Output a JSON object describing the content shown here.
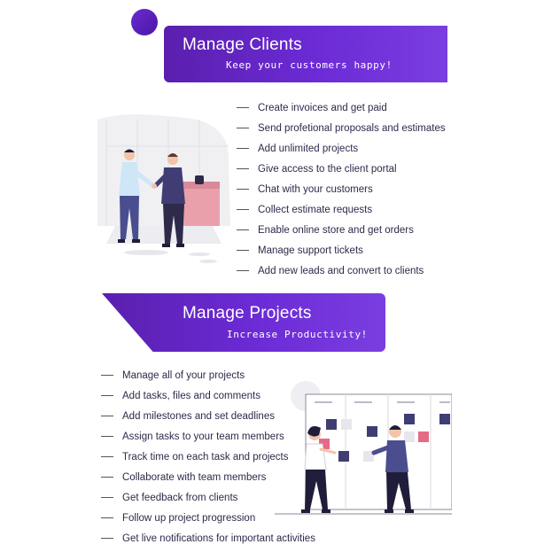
{
  "clients": {
    "title": "Manage Clients",
    "subtitle": "Keep your customers happy!",
    "features": [
      "Create invoices and get paid",
      "Send profetional proposals and estimates",
      "Add unlimited projects",
      "Give access to the client portal",
      "Chat with your customers",
      "Collect estimate requests",
      "Enable online store and get orders",
      "Manage support tickets",
      "Add new leads and convert to clients"
    ]
  },
  "projects": {
    "title": "Manage Projects",
    "subtitle": "Increase Productivity!",
    "features": [
      "Manage all of your projects",
      "Add tasks, files and comments",
      "Add milestones and set deadlines",
      "Assign tasks to your team members",
      "Track time on each task and projects",
      "Collaborate with team members",
      "Get feedback from clients",
      "Follow up project progression",
      "Get live notifications for important activities"
    ]
  },
  "colors": {
    "accent": "#6c2bd6",
    "accent_dark": "#4a16a6",
    "text": "#2d2a4a",
    "card_pink": "#e66a86",
    "card_navy": "#3f3d73"
  },
  "icons": {
    "decor_dot": "purple-circle",
    "illustration_clients": "handshake-illustration",
    "illustration_projects": "kanban-board-illustration"
  }
}
